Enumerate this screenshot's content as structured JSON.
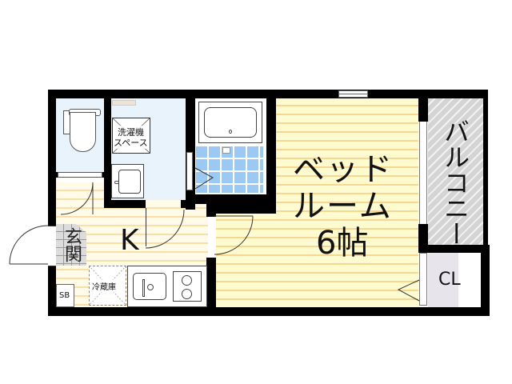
{
  "floorplan": {
    "rooms": {
      "bedroom": {
        "name_line1": "ベッド",
        "name_line2": "ルーム",
        "size": "6帖"
      },
      "kitchen": {
        "label": "K"
      },
      "entrance": {
        "label": "玄関"
      },
      "balcony": {
        "label": "バルコニー"
      },
      "closet": {
        "label": "CL"
      },
      "shoe_box": {
        "label": "SB"
      },
      "washer": {
        "label_line1": "洗濯機",
        "label_line2": "スペース"
      },
      "fridge": {
        "label": "冷蔵庫"
      }
    },
    "colors": {
      "wall": "#000000",
      "bedroom_floor": "#fffbd0",
      "floor_stripe": "#f6d890",
      "bath_tile": "#9cc9f4",
      "wet_area": "#e8f3fc",
      "balcony": "#d4d4d4",
      "closet": "#e8e4ec"
    }
  }
}
